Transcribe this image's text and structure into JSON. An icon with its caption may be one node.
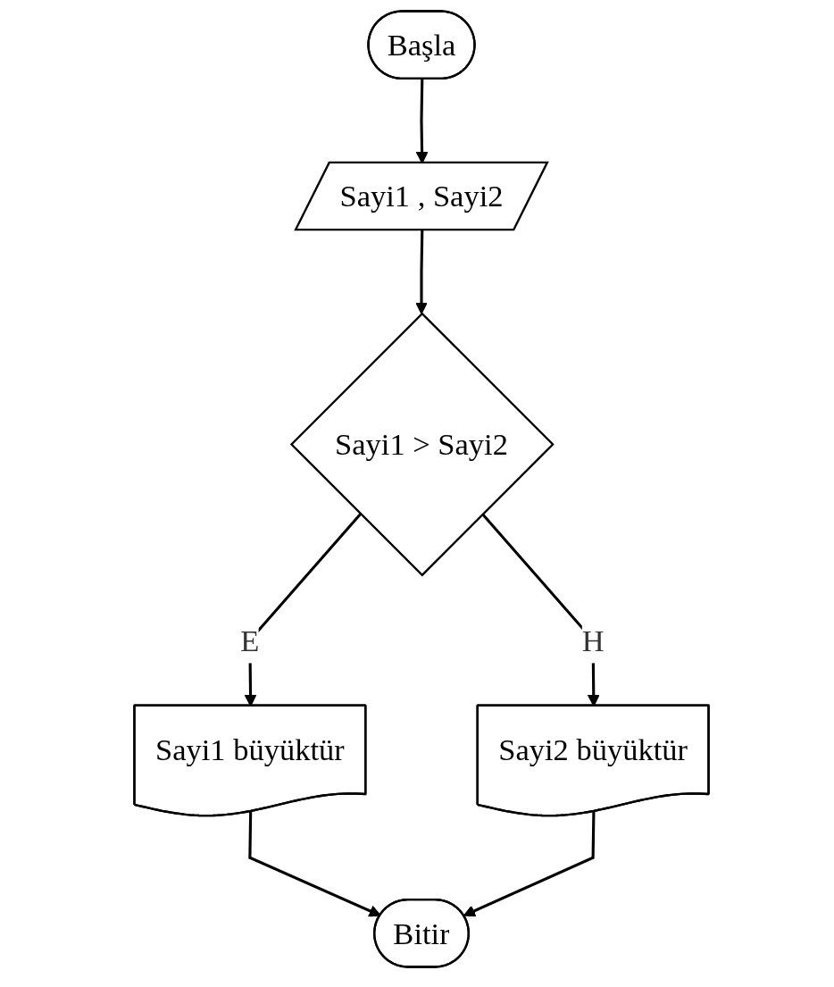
{
  "diagram": {
    "nodes": [
      {
        "text": [
          "Başla"
        ]
      },
      {
        "text": [
          "Sayi1 , Sayi2"
        ]
      },
      {
        "text": [
          "Sayi1 > Sayi2"
        ]
      },
      {
        "text": [
          "Sayi1 büyüktür"
        ]
      },
      {
        "text": [
          "Sayi2 büyüktür"
        ]
      },
      {
        "text": [
          "Bitir"
        ]
      }
    ],
    "edges": [
      {
        "from": 0,
        "to": 1,
        "arrow": "to"
      },
      {
        "from": 1,
        "to": 2,
        "arrow": "to"
      },
      {
        "from": 2,
        "to": 3,
        "label": "E",
        "arrow": "to"
      },
      {
        "from": 2,
        "to": 4,
        "label": "H",
        "arrow": "to"
      },
      {
        "from": 3,
        "to": 5,
        "arrow": "to"
      },
      {
        "from": 4,
        "to": 5,
        "arrow": "to"
      }
    ]
  }
}
